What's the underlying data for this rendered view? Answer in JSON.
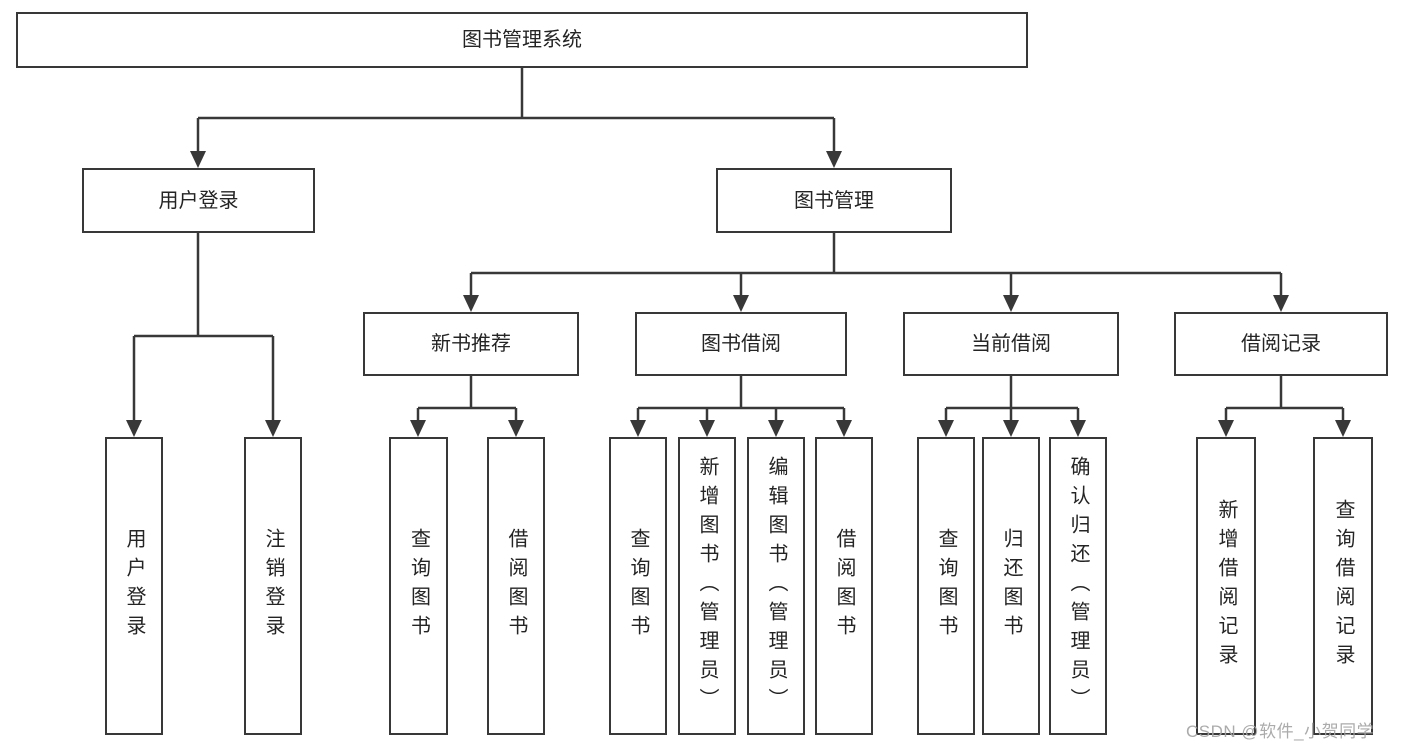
{
  "diagram": {
    "title": "图书管理系统",
    "watermark": "CSDN @软件_小贺同学",
    "colors": {
      "line": "#383838",
      "box_border": "#383838",
      "text": "#242424",
      "background": "#ffffff",
      "watermark": "#a4a4a4"
    },
    "nodes": [
      {
        "id": "root",
        "label": "图书管理系统",
        "level": 1,
        "parent": null
      },
      {
        "id": "user-login",
        "label": "用户登录",
        "level": 2,
        "parent": "root"
      },
      {
        "id": "book-management",
        "label": "图书管理",
        "level": 2,
        "parent": "root"
      },
      {
        "id": "new-book-recommend",
        "label": "新书推荐",
        "level": 3,
        "parent": "book-management"
      },
      {
        "id": "book-borrowing",
        "label": "图书借阅",
        "level": 3,
        "parent": "book-management"
      },
      {
        "id": "current-borrowing",
        "label": "当前借阅",
        "level": 3,
        "parent": "book-management"
      },
      {
        "id": "borrowing-records",
        "label": "借阅记录",
        "level": 3,
        "parent": "book-management"
      },
      {
        "id": "leaf-user-login",
        "label": "用户登录",
        "level": 4,
        "parent": "user-login"
      },
      {
        "id": "leaf-logout",
        "label": "注销登录",
        "level": 4,
        "parent": "user-login"
      },
      {
        "id": "leaf-query-books-1",
        "label": "查询图书",
        "level": 4,
        "parent": "new-book-recommend"
      },
      {
        "id": "leaf-borrow-books-1",
        "label": "借阅图书",
        "level": 4,
        "parent": "new-book-recommend"
      },
      {
        "id": "leaf-query-books-2",
        "label": "查询图书",
        "level": 4,
        "parent": "book-borrowing"
      },
      {
        "id": "leaf-add-books",
        "label": "新增图书（管理员）",
        "level": 4,
        "parent": "book-borrowing"
      },
      {
        "id": "leaf-edit-books",
        "label": "编辑图书（管理员）",
        "level": 4,
        "parent": "book-borrowing"
      },
      {
        "id": "leaf-borrow-books-2",
        "label": "借阅图书",
        "level": 4,
        "parent": "book-borrowing"
      },
      {
        "id": "leaf-query-books-3",
        "label": "查询图书",
        "level": 4,
        "parent": "current-borrowing"
      },
      {
        "id": "leaf-return-books",
        "label": "归还图书",
        "level": 4,
        "parent": "current-borrowing"
      },
      {
        "id": "leaf-confirm-return",
        "label": "确认归还（管理员）",
        "level": 4,
        "parent": "current-borrowing"
      },
      {
        "id": "leaf-add-borrow-record",
        "label": "新增借阅记录",
        "level": 4,
        "parent": "borrowing-records"
      },
      {
        "id": "leaf-query-borrow-record",
        "label": "查询借阅记录",
        "level": 4,
        "parent": "borrowing-records"
      }
    ]
  }
}
